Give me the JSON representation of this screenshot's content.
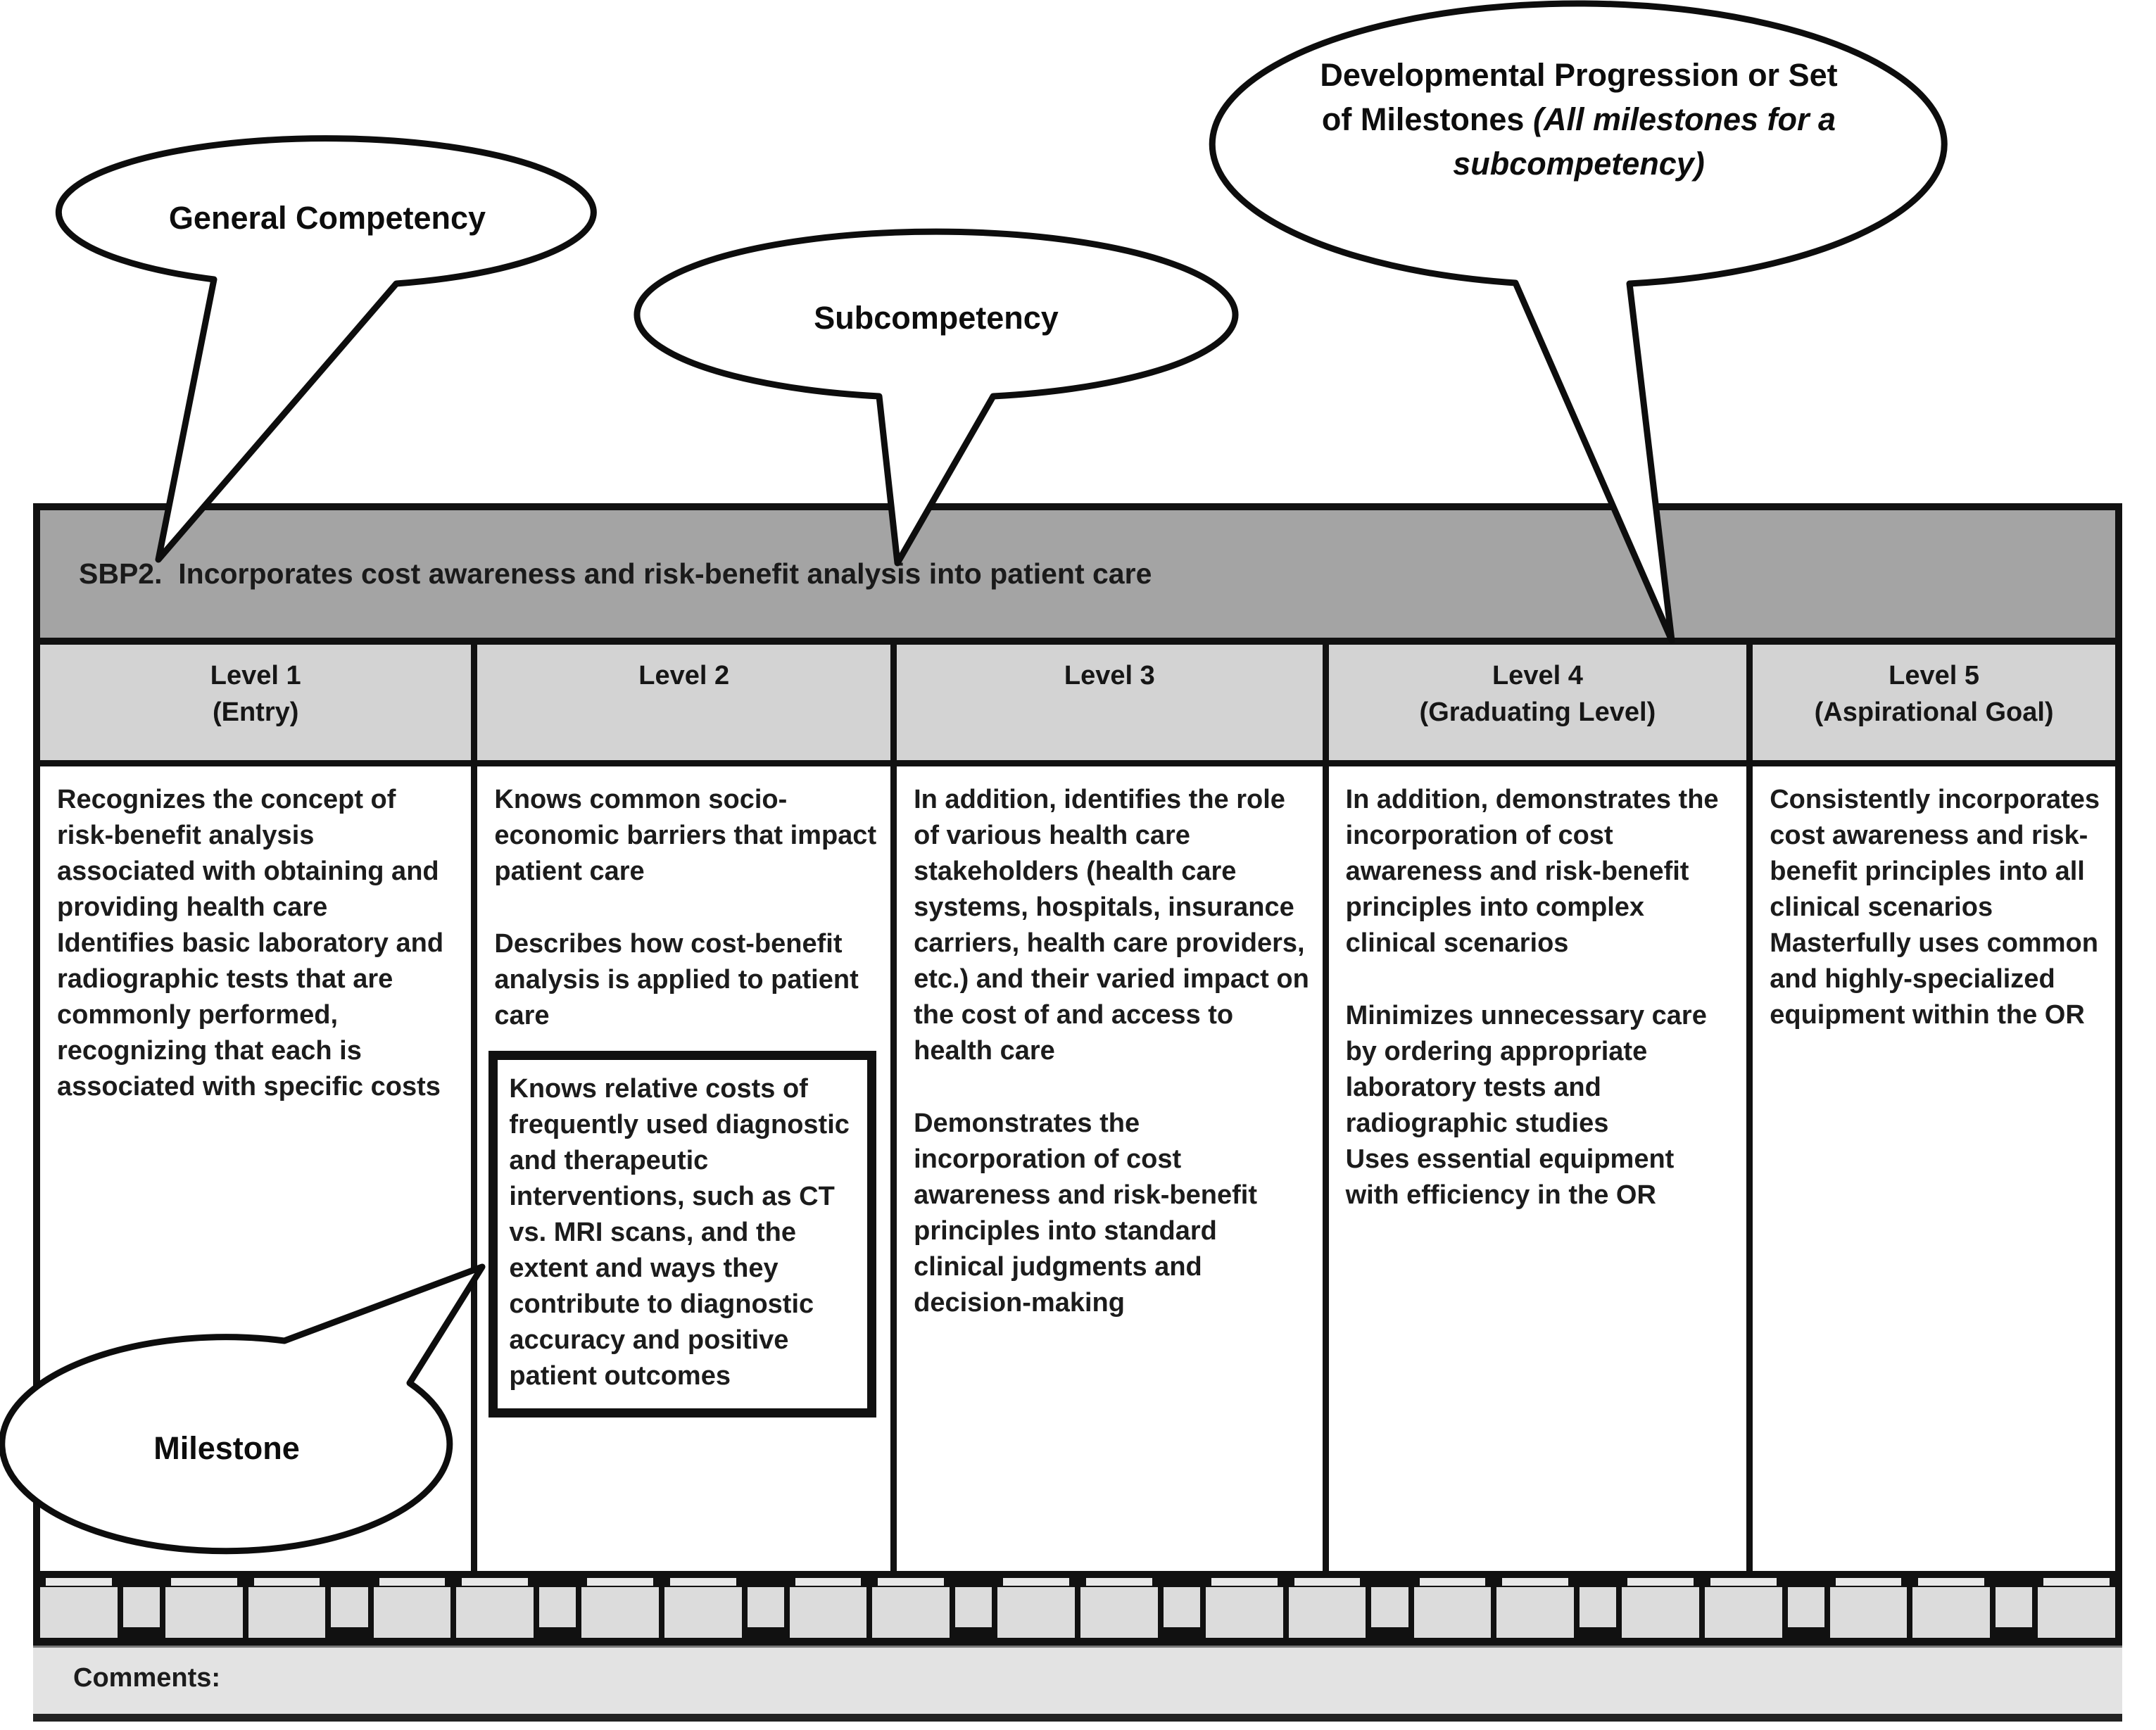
{
  "callouts": {
    "general_competency": "General Competency",
    "subcompetency": "Subcompetency",
    "developmental_progression_normal": "Developmental Progression or Set of Milestones ",
    "developmental_progression_italic": "(All milestones for a subcompetency)",
    "milestone": "Milestone"
  },
  "table": {
    "title": "SBP2.  Incorporates cost awareness and risk-benefit analysis into patient care",
    "columns": [
      {
        "header": "Level 1",
        "subheader": "(Entry)",
        "paragraphs": [
          "Recognizes the concept of risk-benefit analysis associated with obtaining and providing health care",
          "Identifies basic laboratory and radiographic tests that are commonly performed, recognizing that each is associated with specific costs"
        ]
      },
      {
        "header": "Level 2",
        "subheader": "",
        "paragraphs": [
          "Knows common socio-economic barriers that impact patient care",
          "",
          "Describes how cost-benefit analysis is applied to patient care"
        ],
        "boxed_milestone": "Knows relative costs of frequently used diagnostic and therapeutic interventions, such as CT vs. MRI scans, and the extent and ways they contribute to diagnostic accuracy and positive patient outcomes"
      },
      {
        "header": "Level 3",
        "subheader": "",
        "paragraphs": [
          "In addition, identifies the role of various health care stakeholders (health care systems, hospitals, insurance carriers, health care providers, etc.) and their varied impact on the cost of and access to health care",
          "",
          "Demonstrates the incorporation of cost awareness and risk-benefit principles into standard clinical judgments and decision-making"
        ]
      },
      {
        "header": "Level 4",
        "subheader": "(Graduating Level)",
        "paragraphs": [
          "In addition, demonstrates the incorporation of cost awareness and risk-benefit principles into complex clinical scenarios",
          "",
          "Minimizes unnecessary care by ordering appropriate laboratory tests and radiographic studies",
          "Uses essential equipment with efficiency in the OR"
        ]
      },
      {
        "header": "Level 5",
        "subheader": "(Aspirational Goal)",
        "paragraphs": [
          "Consistently incorporates cost awareness and risk-benefit principles into all clinical scenarios",
          "Masterfully uses common and highly-specialized equipment within the OR"
        ]
      }
    ]
  },
  "rating_row": {
    "boxes": [
      "wide",
      "narrow",
      "wide",
      "wide",
      "narrow",
      "wide",
      "wide",
      "narrow",
      "wide",
      "wide",
      "narrow",
      "wide",
      "wide",
      "narrow",
      "wide",
      "wide",
      "narrow",
      "wide",
      "wide",
      "narrow",
      "wide",
      "wide",
      "narrow",
      "wide",
      "wide",
      "narrow",
      "wide",
      "wide",
      "narrow",
      "wide"
    ]
  },
  "comments_label": "Comments:",
  "colors": {
    "title_band": "#a4a4a4",
    "header_cell": "#d3d3d3",
    "rating_box": "#dcdcdc",
    "comments_bg": "#e3e3e3",
    "ink": "#111111"
  }
}
